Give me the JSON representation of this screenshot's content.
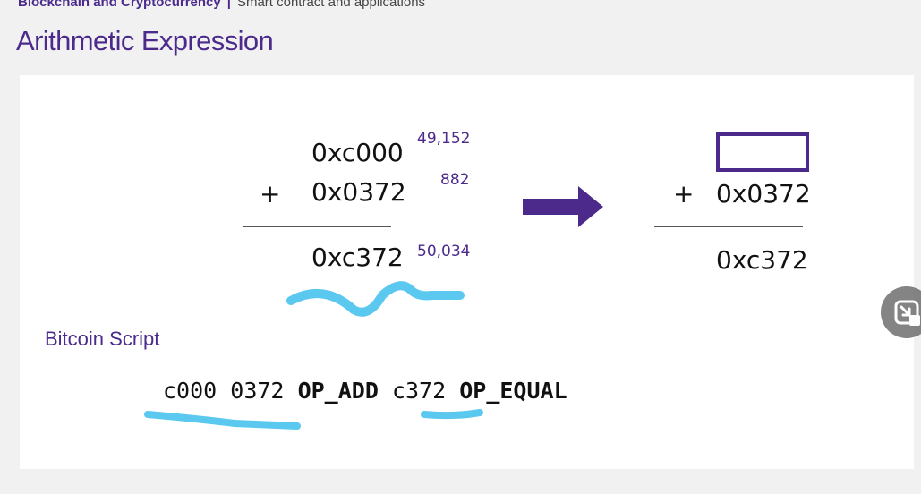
{
  "header": {
    "course": "Blockchain and Cryptocurrency",
    "separator": "|",
    "lecture": "Smart contract and applications"
  },
  "title": "Arithmetic Expression",
  "example": {
    "left": {
      "operand1": "0xc000",
      "operand1_decimal": "49,152",
      "operator": "+",
      "operand2": "0x0372",
      "operand2_decimal": "882",
      "result": "0xc372",
      "result_decimal": "50,034"
    },
    "right": {
      "operator": "+",
      "operand2": "0x0372",
      "result": "0xc372"
    }
  },
  "script": {
    "heading": "Bitcoin Script",
    "tokens": [
      {
        "text": "c000",
        "bold": false
      },
      {
        "text": "0372",
        "bold": false
      },
      {
        "text": "OP_ADD",
        "bold": true
      },
      {
        "text": "c372",
        "bold": false
      },
      {
        "text": "OP_EQUAL",
        "bold": true
      }
    ]
  },
  "colors": {
    "accent": "#4b2a8c",
    "highlight": "#5bc8f0",
    "arrow": "#4b2a8c"
  },
  "icons": {
    "arrow": "right-arrow-icon",
    "zoom_button": "exit-fullscreen-icon"
  }
}
